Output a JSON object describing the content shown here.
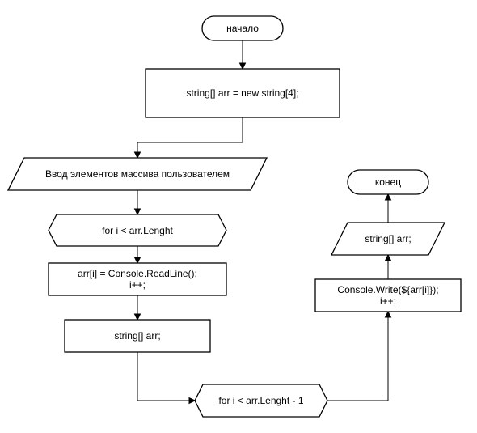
{
  "flowchart": {
    "start_label": "начало",
    "init_label": "string[] arr = new string[4];",
    "input_label": "Ввод элементов массива пользователем",
    "loop1_label": "for i < arr.Lenght",
    "readline_line1": "arr[i] = Console.ReadLine();",
    "readline_line2": "i++;",
    "decl_label": "string[] arr;",
    "loop2_label": "for i < arr.Lenght - 1",
    "write_line1": "Console.Write(${arr[i]});",
    "write_line2": "i++;",
    "output_label": "string[] arr;",
    "end_label": "конец"
  }
}
